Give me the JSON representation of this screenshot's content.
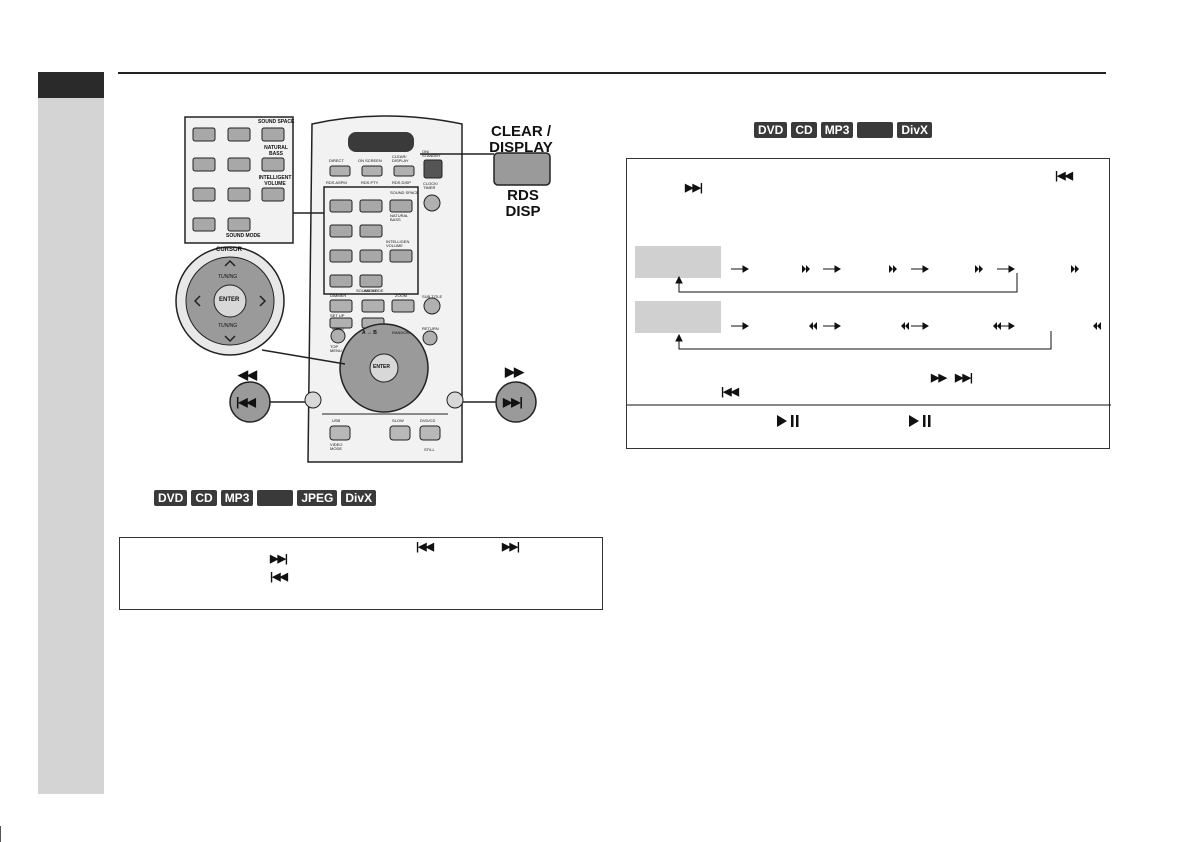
{
  "labels": {
    "clear_display": "CLEAR / DISPLAY",
    "rds_disp": "RDS DISP",
    "cursor": "CURSOR",
    "tuning": "TUNING",
    "enter": "ENTER",
    "rew_glyph": "◀◀",
    "ff_glyph": "▶▶",
    "skip_back_glyph": "|◀◀",
    "skip_fwd_glyph": "▶▶|"
  },
  "panel_buttons": {
    "sound_space": "SOUND SPACE",
    "natural_bass": "NATURAL BASS",
    "intelligent_volume": "INTELLIGENT VOLUME",
    "sound_mode": "SOUND MODE"
  },
  "remote": {
    "direct": "DIRECT",
    "on_screen": "ON SCREEN",
    "clear_display": "CLEAR/ DISPLAY",
    "on_standby": "ON/ STANDBY",
    "rds_asps": "RDS ASPM",
    "rds_pty": "RDS PTY",
    "rds_disp": "RDS DISP",
    "clock_timer": "CLOCK/ TIMER",
    "sound_space": "SOUND SPACE",
    "natural_bass": "NATURAL BASS",
    "intelligent_volume": "INTELLIGEN VOLUME",
    "sound_mode": "SOUND MODE",
    "dimmer": "DIMMER",
    "zoom": "ZOOM",
    "angle": "ANGLE",
    "subtitle": "SUB TITLE",
    "setup": "SET UP",
    "ab": "A ↔ B",
    "random": "RANDOM",
    "menu": "MENU",
    "return": "RETURN",
    "top_menu": "TOP MENU",
    "usb": "USB",
    "slow": "SLOW",
    "dvd_cd": "DVD/CD",
    "video_mode": "VIDEO MODE",
    "still": "STILL"
  },
  "formats_left": [
    "DVD",
    "CD",
    "MP3",
    "",
    "JPEG",
    "DivX"
  ],
  "formats_right": [
    "DVD",
    "CD",
    "MP3",
    "",
    "DivX"
  ],
  "colors": {
    "badge": "#3a3a3a",
    "sidebar": "#d4d4d4",
    "sidebar_top": "#2a2a2a",
    "tag": "#d0d0d0"
  }
}
